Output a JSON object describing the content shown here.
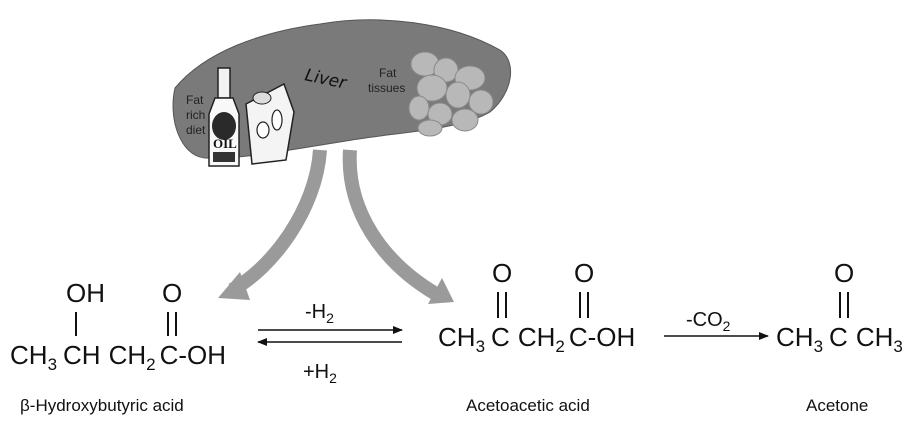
{
  "liver": {
    "label": "Liver",
    "fat_rich_diet_lines": [
      "Fat",
      "rich",
      "diet"
    ],
    "fat_tissues_lines": [
      "Fat",
      "tissues"
    ],
    "bottle_label": "OIL"
  },
  "compounds": {
    "hydroxybutyric": {
      "oh": "OH",
      "o": "O",
      "ch": "CH",
      "sub3": "3",
      "ch_mid": "CH",
      "ch2": "CH",
      "sub2": "2",
      "cooh": "C-OH",
      "name": "β-Hydroxybutyric acid"
    },
    "acetoacetic": {
      "o1": "O",
      "o2": "O",
      "ch": "CH",
      "sub3": "3",
      "c1": "C",
      "ch2": "CH",
      "sub2": "2",
      "cooh": "C-OH",
      "name": "Acetoacetic acid"
    },
    "acetone": {
      "o": "O",
      "ch_left": "CH",
      "sub_left": "3",
      "c": "C",
      "ch_right": "CH",
      "sub_right": "3",
      "name": "Acetone"
    }
  },
  "reactions": {
    "forward": {
      "text": "-H",
      "sub": "2"
    },
    "reverse": {
      "text": "+H",
      "sub": "2"
    },
    "decarboxylation": {
      "text": "-CO",
      "sub": "2"
    }
  },
  "colors": {
    "liver": "#7a7a7a",
    "curved_arrows": "#9a9a9a",
    "fat_cells": "#b8b8b8"
  }
}
